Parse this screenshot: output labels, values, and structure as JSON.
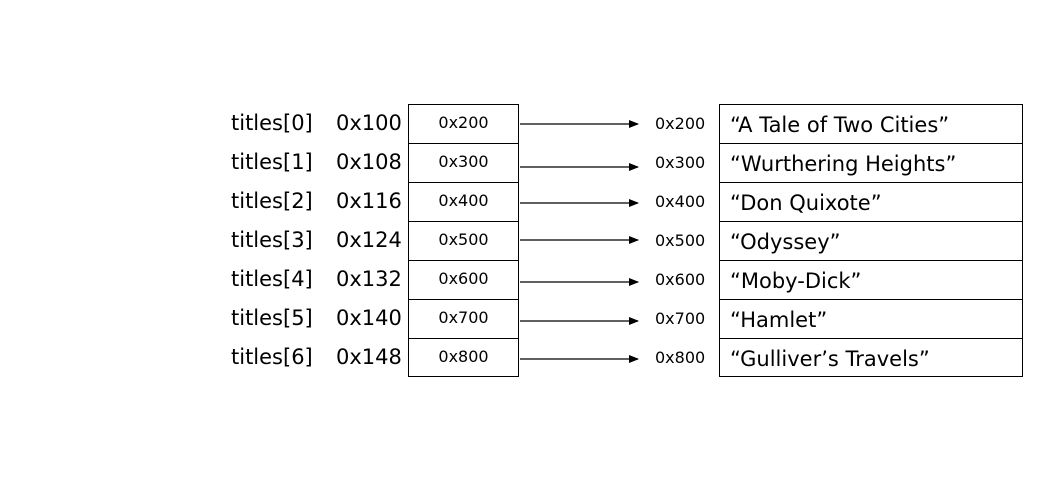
{
  "rows": [
    {
      "name": "titles[0]",
      "address": "0x100",
      "pointer": "0x200",
      "target_address": "0x200",
      "string": "“A Tale of Two Cities”"
    },
    {
      "name": "titles[1]",
      "address": "0x108",
      "pointer": "0x300",
      "target_address": "0x300",
      "string": "“Wurthering Heights”"
    },
    {
      "name": "titles[2]",
      "address": "0x116",
      "pointer": "0x400",
      "target_address": "0x400",
      "string": "“Don Quixote”"
    },
    {
      "name": "titles[3]",
      "address": "0x124",
      "pointer": "0x500",
      "target_address": "0x500",
      "string": "“Odyssey”"
    },
    {
      "name": "titles[4]",
      "address": "0x132",
      "pointer": "0x600",
      "target_address": "0x600",
      "string": "“Moby-Dick”"
    },
    {
      "name": "titles[5]",
      "address": "0x140",
      "pointer": "0x700",
      "target_address": "0x700",
      "string": "“Hamlet”"
    },
    {
      "name": "titles[6]",
      "address": "0x148",
      "pointer": "0x800",
      "target_address": "0x800",
      "string": "“Gulliver’s Travels”"
    }
  ],
  "colors": {
    "line": "#000000",
    "background": "#ffffff"
  }
}
